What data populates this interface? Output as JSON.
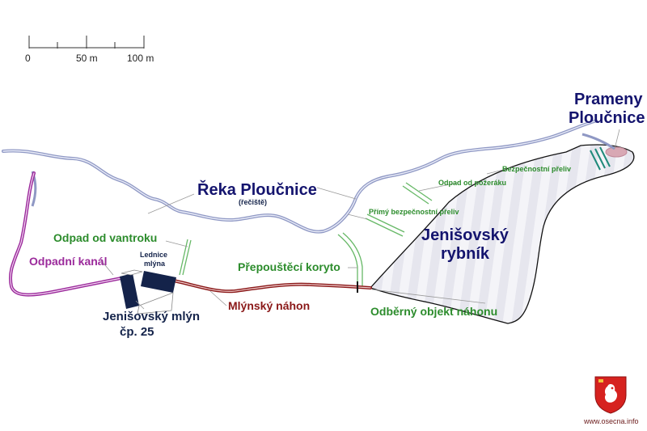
{
  "scale": {
    "ticks": [
      "0",
      "50 m",
      "100 m"
    ]
  },
  "labels": {
    "reka_title": "Řeka Ploučnice",
    "reka_sub": "(řečiště)",
    "prameny_line1": "Prameny",
    "prameny_line2": "Ploučnice",
    "rybnik_line1": "Jenišovský",
    "rybnik_line2": "rybník",
    "bezpecnostni_preliv": "Bezpečnostní přeliv",
    "odpad_od_pozeraku": "Odpad od požeráku",
    "primy_preliv": "Přímý bezpečnostní přeliv",
    "odpad_od_vantroku": "Odpad od vantroku",
    "odpadni_kanal": "Odpadní kanál",
    "lednice_line1": "Lednice",
    "lednice_line2": "mlýna",
    "prepousteci_koryto": "Přepouštěcí koryto",
    "mlynsky_nahon": "Mlýnský náhon",
    "odberny_objekt": "Odběrný objekt náhonu",
    "mlyn_line1": "Jenišovský mlýn",
    "mlyn_line2": "čp. 25"
  },
  "logo": {
    "icon": "coat-of-arms-icon",
    "site": "www.osecna.info"
  },
  "colors": {
    "river": "#8f98c4",
    "overflow": "#66b866",
    "canal": "#9b2a9b",
    "mill_race": "#8a1818",
    "building": "#14234a",
    "pond_stripe": "#d6d6e0",
    "leader": "#999999"
  }
}
